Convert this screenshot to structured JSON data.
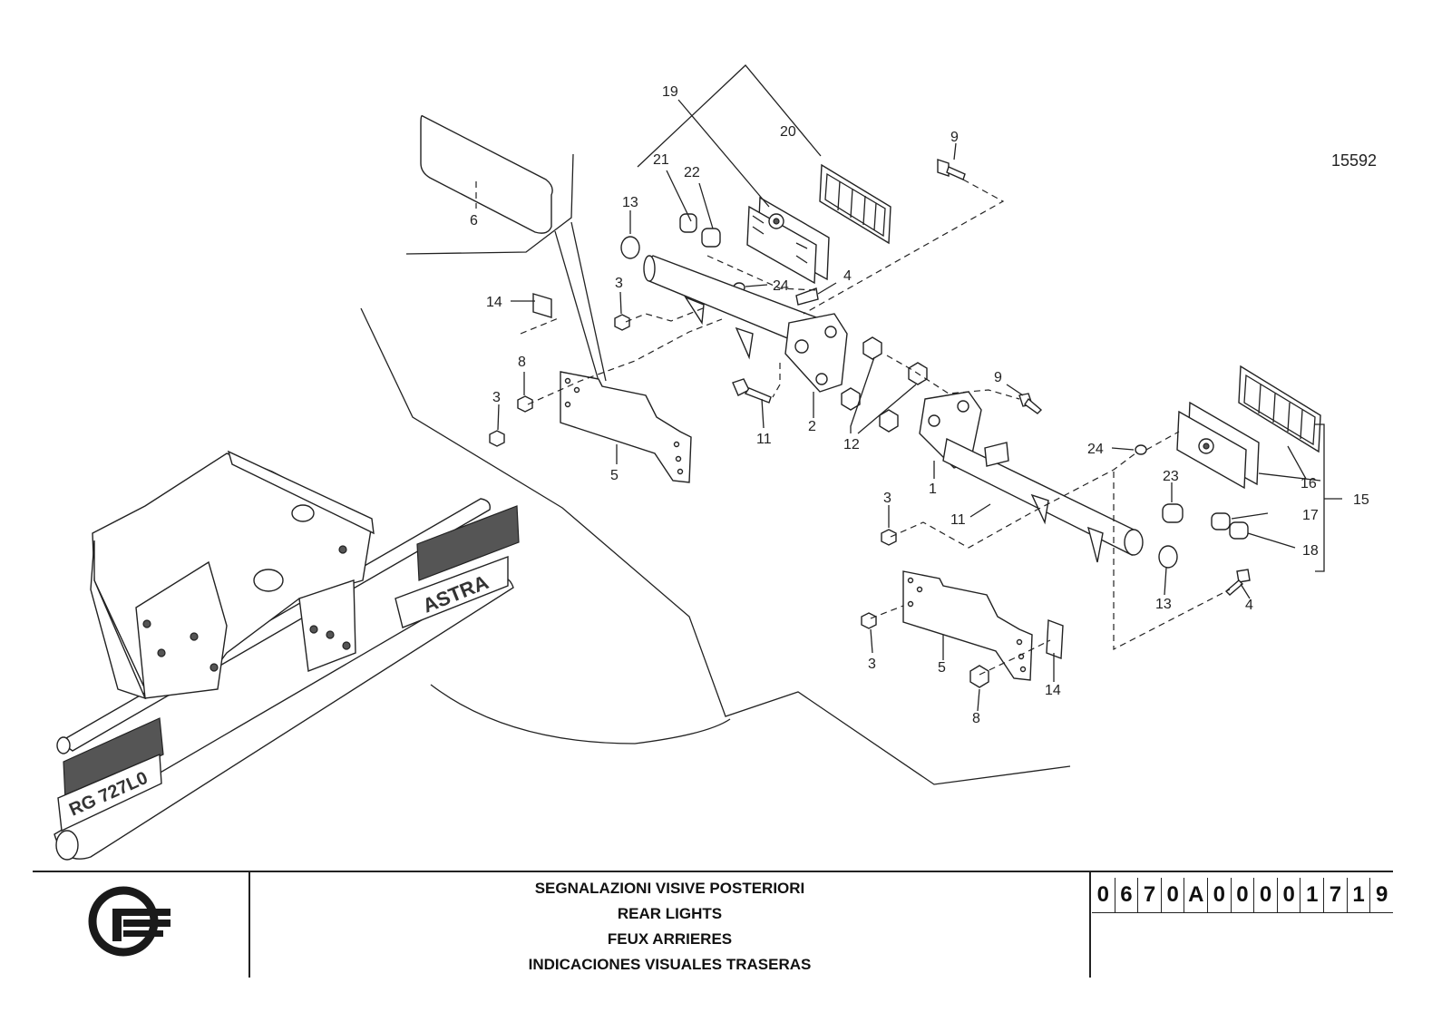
{
  "drawing": {
    "sheet_number": "15592",
    "callouts": {
      "c1": "1",
      "c2": "2",
      "c3a": "3",
      "c3b": "3",
      "c3c": "3",
      "c3d": "3",
      "c4a": "4",
      "c4b": "4",
      "c5a": "5",
      "c5b": "5",
      "c6": "6",
      "c8a": "8",
      "c8b": "8",
      "c9a": "9",
      "c9b": "9",
      "c11a": "11",
      "c11b": "11",
      "c12": "12",
      "c13a": "13",
      "c13b": "13",
      "c14a": "14",
      "c14b": "14",
      "c15": "15",
      "c16": "16",
      "c17": "17",
      "c18": "18",
      "c19": "19",
      "c20": "20",
      "c21": "21",
      "c22": "22",
      "c23": "23",
      "c24a": "24",
      "c24b": "24"
    },
    "illustration_text": {
      "brand_plate": "ASTRA",
      "license_plate": "RG 727L0"
    }
  },
  "title_block": {
    "titles": [
      "SEGNALAZIONI  VISIVE  POSTERIORI",
      "REAR  LIGHTS",
      "FEUX  ARRIERES",
      "INDICACIONES VISUALES TRASERAS"
    ],
    "code_chars": [
      "0",
      "6",
      "7",
      "0",
      "A",
      "0",
      "0",
      "0",
      "0",
      "1",
      "7",
      "1",
      "9"
    ],
    "logo_icon": "company-logo-icon"
  }
}
